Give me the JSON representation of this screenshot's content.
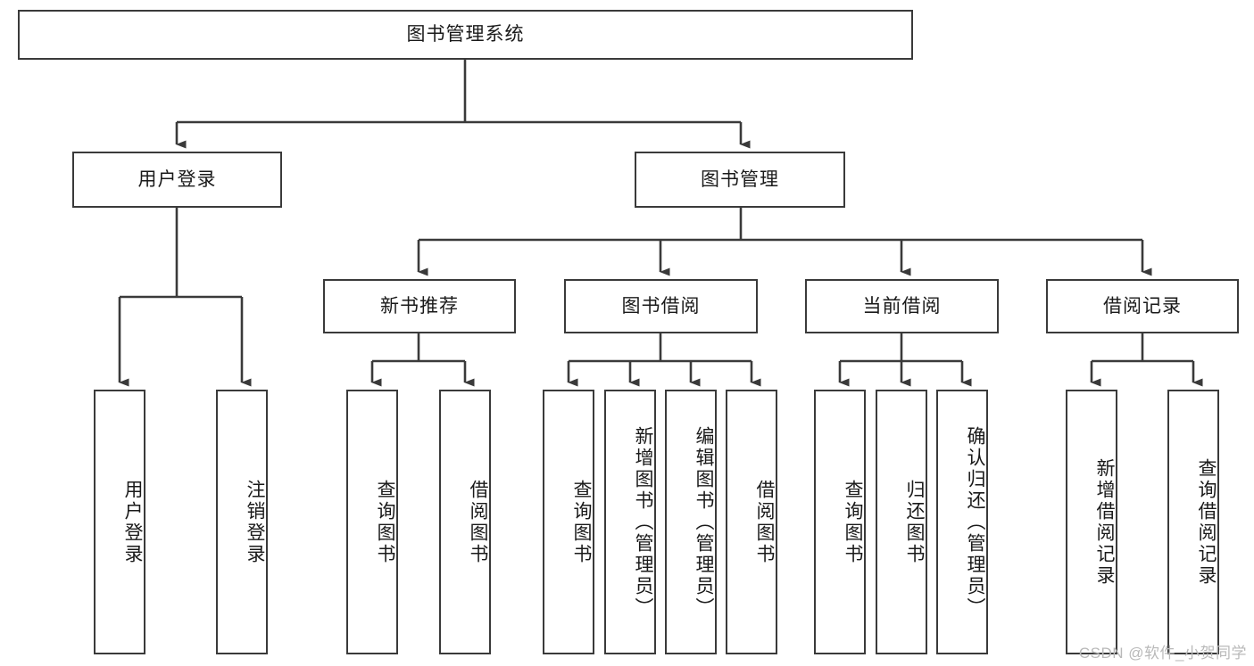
{
  "diagram": {
    "type": "tree",
    "orientation": "top-down",
    "stroke_color": "#3a3a3a",
    "box_fill": "#ffffff",
    "text_color": "#1a1a1a",
    "root": {
      "label": "图书管理系统",
      "children": [
        {
          "label": "用户登录",
          "children": [
            {
              "label": "用户登录"
            },
            {
              "label": "注销登录"
            }
          ]
        },
        {
          "label": "图书管理",
          "children": [
            {
              "label": "新书推荐",
              "children": [
                {
                  "label": "查询图书"
                },
                {
                  "label": "借阅图书"
                }
              ]
            },
            {
              "label": "图书借阅",
              "children": [
                {
                  "label": "查询图书"
                },
                {
                  "label": "新增图书（管理员）"
                },
                {
                  "label": "编辑图书（管理员）"
                },
                {
                  "label": "借阅图书"
                }
              ]
            },
            {
              "label": "当前借阅",
              "children": [
                {
                  "label": "查询图书"
                },
                {
                  "label": "归还图书"
                },
                {
                  "label": "确认归还（管理员）"
                }
              ]
            },
            {
              "label": "借阅记录",
              "children": [
                {
                  "label": "新增借阅记录"
                },
                {
                  "label": "查询借阅记录"
                }
              ]
            }
          ]
        }
      ]
    }
  },
  "nodes": {
    "root": "图书管理系统",
    "l1_user_login": "用户登录",
    "l1_book_mgmt": "图书管理",
    "l2_new_book_rec": "新书推荐",
    "l2_book_borrow": "图书借阅",
    "l2_current_borrow": "当前借阅",
    "l2_borrow_record": "借阅记录",
    "leaf_user_login": "用户登录",
    "leaf_logout": "注销登录",
    "leaf_query_book_1": "查询图书",
    "leaf_borrow_book_1": "借阅图书",
    "leaf_query_book_2": "查询图书",
    "leaf_add_book": "新增图书（管理员）",
    "leaf_edit_book": "编辑图书（管理员）",
    "leaf_borrow_book_2": "借阅图书",
    "leaf_query_book_3": "查询图书",
    "leaf_return_book": "归还图书",
    "leaf_confirm_return": "确认归还（管理员）",
    "leaf_add_record": "新增借阅记录",
    "leaf_query_record": "查询借阅记录"
  },
  "watermark": {
    "text": "CSDN @软件_小贺同学",
    "color": "#b9b9b9"
  }
}
